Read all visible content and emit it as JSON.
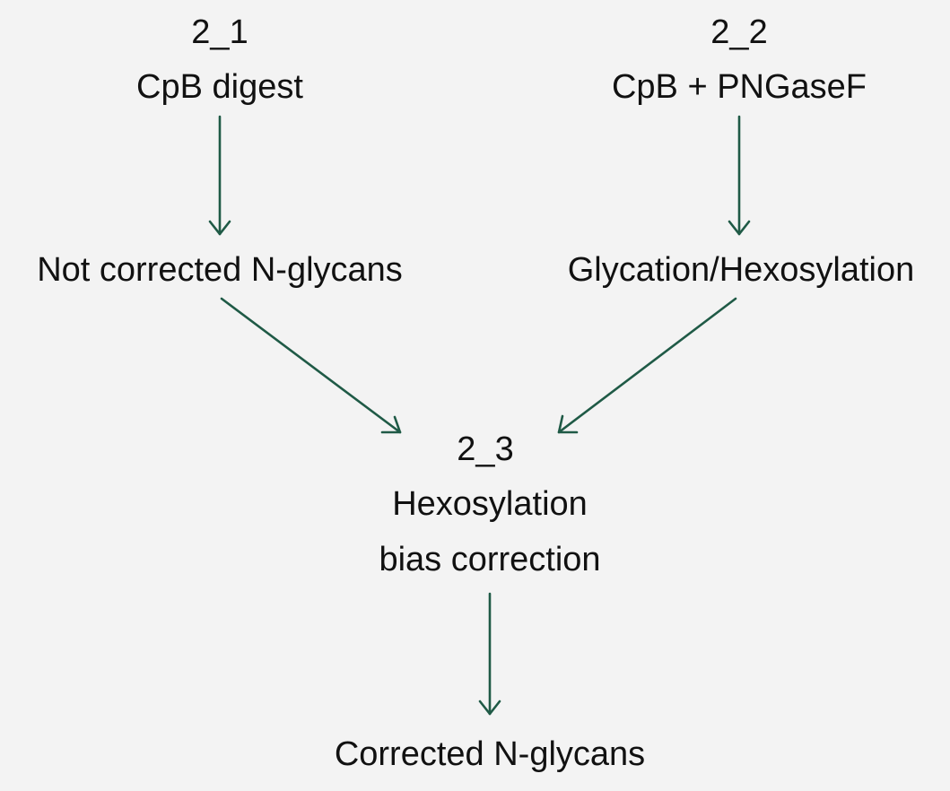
{
  "theme": {
    "background": "#f3f3f3",
    "text_color": "#111111",
    "arrow_color": "#1f5a46"
  },
  "nodes": {
    "step_2_1": {
      "id": "2_1",
      "label": "CpB digest"
    },
    "step_2_2": {
      "id": "2_2",
      "label": "CpB + PNGaseF"
    },
    "not_corrected": {
      "label": "Not corrected N-glycans"
    },
    "glycation": {
      "label": "Glycation/Hexosylation"
    },
    "step_2_3": {
      "id": "2_3",
      "label_line1": "Hexosylation",
      "label_line2": "bias correction"
    },
    "corrected": {
      "label": "Corrected N-glycans"
    }
  },
  "edges": [
    {
      "from": "2_1",
      "to": "Not corrected N-glycans"
    },
    {
      "from": "2_2",
      "to": "Glycation/Hexosylation"
    },
    {
      "from": "Not corrected N-glycans",
      "to": "2_3"
    },
    {
      "from": "Glycation/Hexosylation",
      "to": "2_3"
    },
    {
      "from": "2_3",
      "to": "Corrected N-glycans"
    }
  ]
}
